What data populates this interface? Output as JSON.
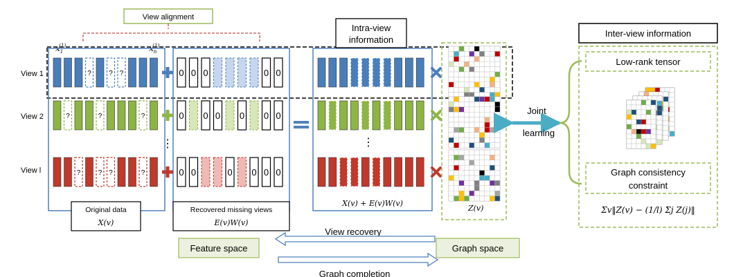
{
  "view_alignment_label": "View alignment",
  "x1_label": "x",
  "x1_sub": "1",
  "x1_sup": "(1)",
  "xn_label": "x",
  "xn_sub": "n",
  "xn_sup": "(1)",
  "view_labels": [
    "View 1",
    "View 2",
    "View l"
  ],
  "missing_mark": "?",
  "zero_mark": "0",
  "vertical_dots": "⋮",
  "intra_view_title_line1": "Intra-view",
  "intra_view_title_line2": "information",
  "inter_view_title": "Inter-view information",
  "low_rank_tensor": "Low-rank tensor",
  "graph_consistency_line1": "Graph consistency",
  "graph_consistency_line2": "constraint",
  "joint_learning_line1": "Joint",
  "joint_learning_line2": "learning",
  "original_data_label": "Original data",
  "original_data_math": "X(v)",
  "recovered_label": "Recovered missing views",
  "recovered_math": "E(v)W(v)",
  "sum_math": "X(v) + E(v)W(v)",
  "z_math": "Z(v)",
  "consistency_formula": "Σv‖Z(v) − (1/l) Σj Z(j)‖",
  "view_recovery": "View recovery",
  "feature_space": "Feature space",
  "graph_space": "Graph space",
  "graph_completion": "Graph completion",
  "colors": {
    "view1": "#4a7ebb",
    "view1_light": "#c6d6ee",
    "view2": "#8db543",
    "view2_light": "#d6e7b8",
    "viewl": "#c0392b",
    "viewl_light": "#efb9b5",
    "frame_blue": "#4f81bd",
    "green_dash": "#9bbb59",
    "red_dash": "#c0504d",
    "space_fill": "#ebf1de",
    "arrow_teal": "#4bacc6"
  }
}
